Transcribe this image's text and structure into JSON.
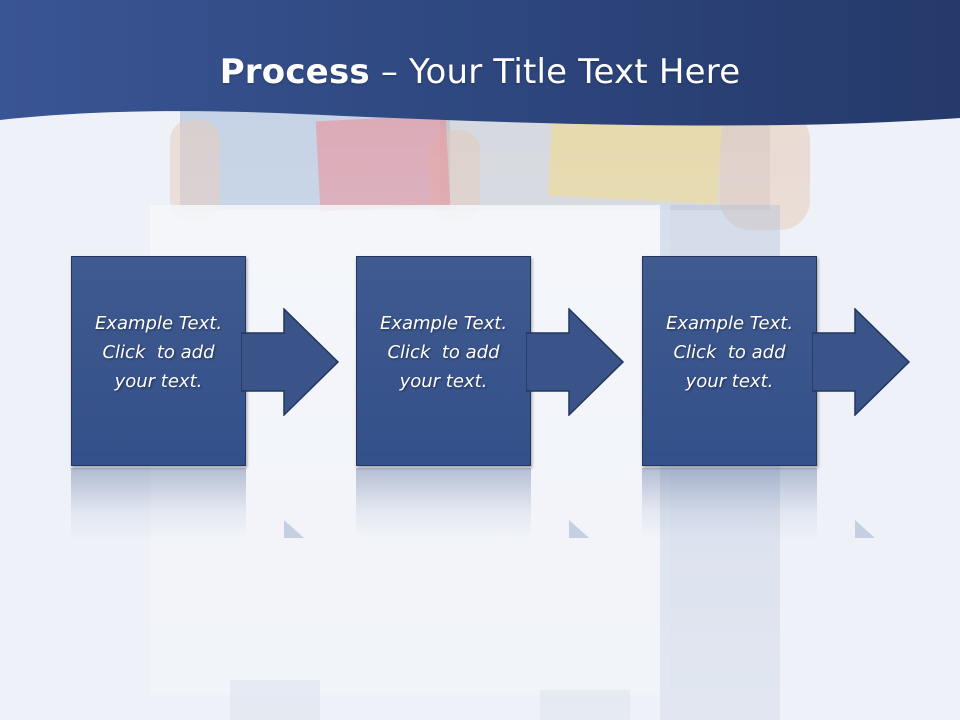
{
  "slide": {
    "title_bold": "Process",
    "title_rest": " – Your Title Text Here"
  },
  "steps": [
    {
      "line1": "Example Text.",
      "line2": "Click  to add",
      "line3": "your text."
    },
    {
      "line1": "Example Text.",
      "line2": "Click  to add",
      "line3": "your text."
    },
    {
      "line1": "Example Text.",
      "line2": "Click  to add",
      "line3": "your text."
    }
  ],
  "colors": {
    "header": "#2c4379",
    "box": "#3a5489",
    "box_border": "#223660",
    "background": "#eef1f7"
  },
  "icons": [
    "right-arrow-icon"
  ]
}
